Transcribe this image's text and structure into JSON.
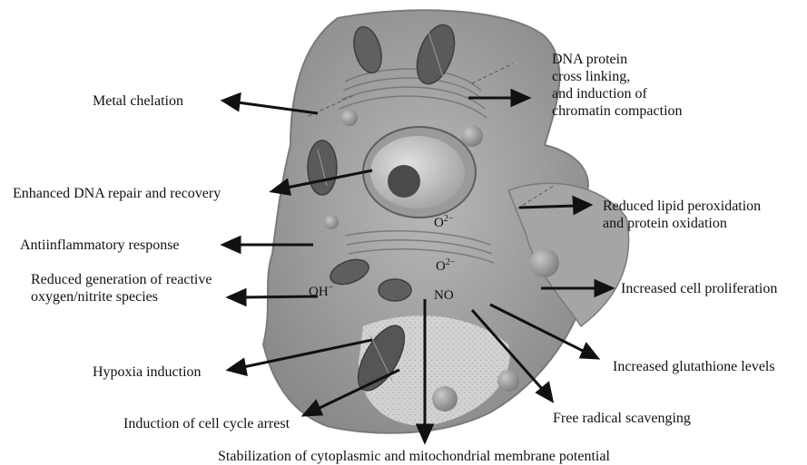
{
  "diagram": {
    "effects": {
      "metal_chelation": "Metal chelation",
      "dna_protein_crosslinking": [
        "DNA protein",
        "cross linking,",
        "and induction of",
        "chromatin compaction"
      ],
      "dna_repair": "Enhanced DNA repair and recovery",
      "lipid_peroxidation": [
        "Reduced lipid peroxidation",
        "and protein oxidation"
      ],
      "antiinflammatory": "Antiinflammatory response",
      "reactive_species": [
        "Reduced generation of reactive",
        "oxygen/nitrite species"
      ],
      "cell_proliferation": "Increased cell proliferation",
      "glutathione": "Increased glutathione levels",
      "hypoxia": "Hypoxia induction",
      "cell_cycle_arrest": "Induction of cell cycle arrest",
      "free_radical": "Free radical scavenging",
      "membrane_potential": "Stabilization of cytoplasmic and mitochondrial membrane potential"
    },
    "species": {
      "superoxide_1": {
        "base": "O",
        "sup": "2−"
      },
      "superoxide_2": {
        "base": "O",
        "sup": "2−"
      },
      "hydroxyl": {
        "base": "OH",
        "sup": "−"
      },
      "nitric_oxide": "NO"
    },
    "colors": {
      "cytoplasm": "#a9a9a9",
      "membrane": "#8f8f8f",
      "nucleus": "#c4c4c4",
      "arrow": "#111111"
    }
  }
}
